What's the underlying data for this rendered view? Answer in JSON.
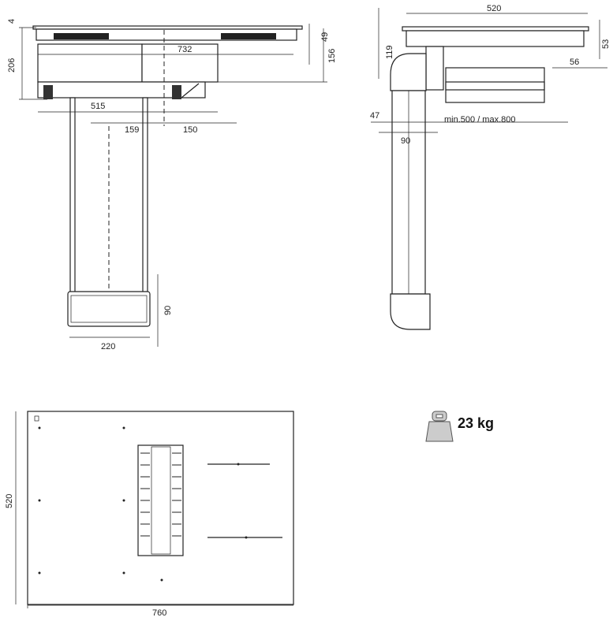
{
  "front_view": {
    "dims": {
      "top_thickness": "4",
      "total_height": "206",
      "width_body": "732",
      "depth_top": "49",
      "depth_body": "156",
      "width_motor": "515",
      "offset_left": "159",
      "offset_right": "150",
      "outlet_height": "90",
      "outlet_width": "220"
    }
  },
  "side_view": {
    "dims": {
      "width": "520",
      "height_right": "53",
      "duct_offset": "119",
      "offset_56": "56",
      "offset_47": "47",
      "duct_width": "90",
      "range": "min.500 / max.800"
    }
  },
  "top_view": {
    "dims": {
      "depth": "520",
      "width": "760"
    }
  },
  "weight": {
    "icon": "weight-icon",
    "label": "23 kg"
  }
}
